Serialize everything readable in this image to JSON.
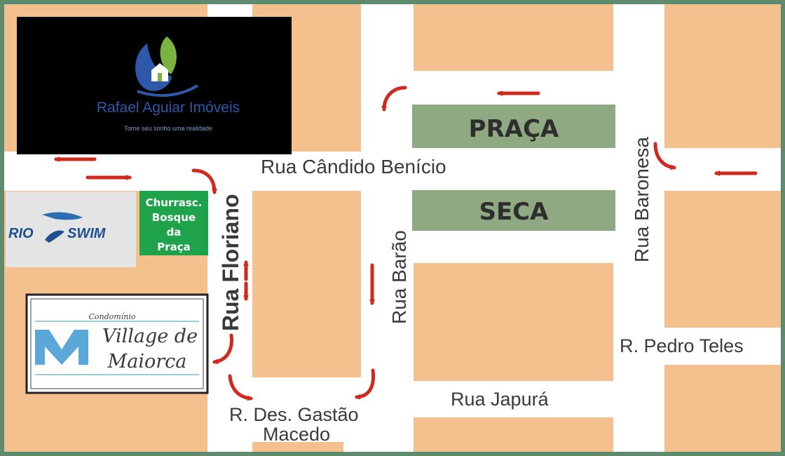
{
  "map": {
    "squares": {
      "top": "PRAÇA",
      "bottom": "SECA"
    },
    "streets": {
      "candido_benicio": "Rua Cândido Benício",
      "floriano": "Rua Floriano",
      "barao": "Rua Barão",
      "baronesa": "Rua Baronesa",
      "pedro_teles": "R. Pedro Teles",
      "japura": "Rua Japurá",
      "gastao_line1": "R. Des. Gastão",
      "gastao_line2": "Macedo"
    },
    "logo": {
      "name": "Rafael Aguiar Imóveis",
      "tagline": "Torne seu sonho uma realidade"
    },
    "riosswim": {
      "text_left": "RIO",
      "text_right": "SWIM"
    },
    "churrascaria": {
      "lines": [
        "Churrasc.",
        "Bosque",
        "da",
        "Praça"
      ]
    },
    "village": {
      "top_line": "Condomínio",
      "line1": "Village de",
      "line2": "Maiorca"
    },
    "colors": {
      "block": "#f4c08e",
      "street": "#ffffff",
      "square": "#8faa82",
      "arrow": "#d02a1e",
      "border": "#5e8a6e",
      "shop_green": "#1fa34a",
      "logo_bg": "#000000"
    }
  }
}
